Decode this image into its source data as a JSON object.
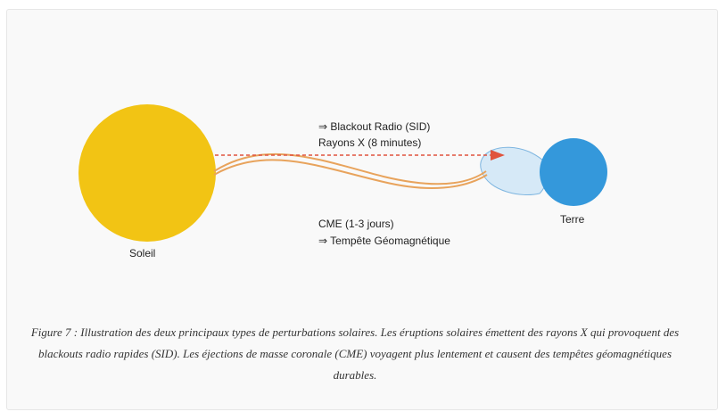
{
  "colors": {
    "sun": "#f2c414",
    "earth": "#3498db",
    "magnetosphere_fill": "#d6e9f7",
    "magnetosphere_stroke": "#7fb6e0",
    "xray_arrow": "#e0533d",
    "cme_stream": "#e8a35c"
  },
  "diagram": {
    "sun_label": "Soleil",
    "earth_label": "Terre",
    "xray": {
      "line1": "⇒ Blackout Radio (SID)",
      "line2": "Rayons X (8 minutes)"
    },
    "cme": {
      "line1": "CME (1-3 jours)",
      "line2": "⇒ Tempête Géomagnétique"
    }
  },
  "caption": "Figure 7 : Illustration des deux principaux types de perturbations solaires. Les éruptions solaires émettent des rayons X qui provoquent des blackouts radio rapides (SID). Les éjections de masse coronale (CME) voyagent plus lentement et causent des tempêtes géomagnétiques durables."
}
